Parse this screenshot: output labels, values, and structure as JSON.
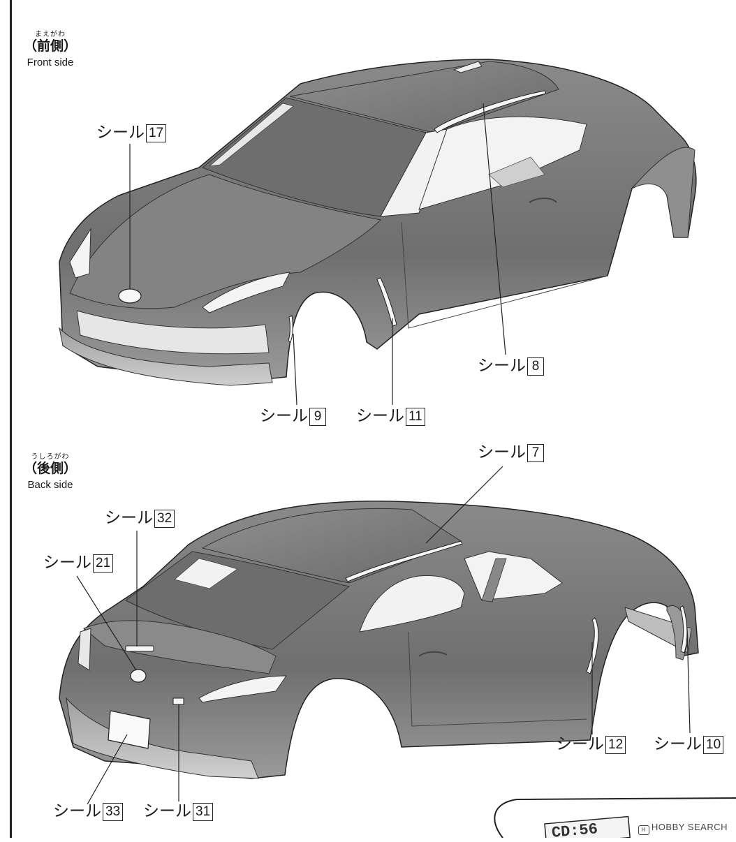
{
  "front": {
    "ruby": "まえがわ",
    "title_jp": "（前側）",
    "title_en": "Front side"
  },
  "back": {
    "ruby": "うしろがわ",
    "title_jp": "（後側）",
    "title_en": "Back side"
  },
  "callouts": [
    {
      "id": "front-17",
      "text": "シール",
      "number": "17"
    },
    {
      "id": "front-8",
      "text": "シール",
      "number": "8"
    },
    {
      "id": "front-9",
      "text": "シール",
      "number": "9"
    },
    {
      "id": "front-11",
      "text": "シール",
      "number": "11"
    },
    {
      "id": "back-7",
      "text": "シール",
      "number": "7"
    },
    {
      "id": "back-32",
      "text": "シール",
      "number": "32"
    },
    {
      "id": "back-21",
      "text": "シール",
      "number": "21"
    },
    {
      "id": "back-12",
      "text": "シール",
      "number": "12"
    },
    {
      "id": "back-10",
      "text": "シール",
      "number": "10"
    },
    {
      "id": "back-33",
      "text": "シール",
      "number": "33"
    },
    {
      "id": "back-31",
      "text": "シール",
      "number": "31"
    }
  ],
  "plate_fragment": "CD:56",
  "watermark": "HOBBY SEARCH",
  "colors": {
    "body": "#7d7d7d",
    "body_light": "#a8a8a8",
    "glass": "#f2f2f2",
    "sticker": "#f6f6f6",
    "line": "#222222"
  }
}
